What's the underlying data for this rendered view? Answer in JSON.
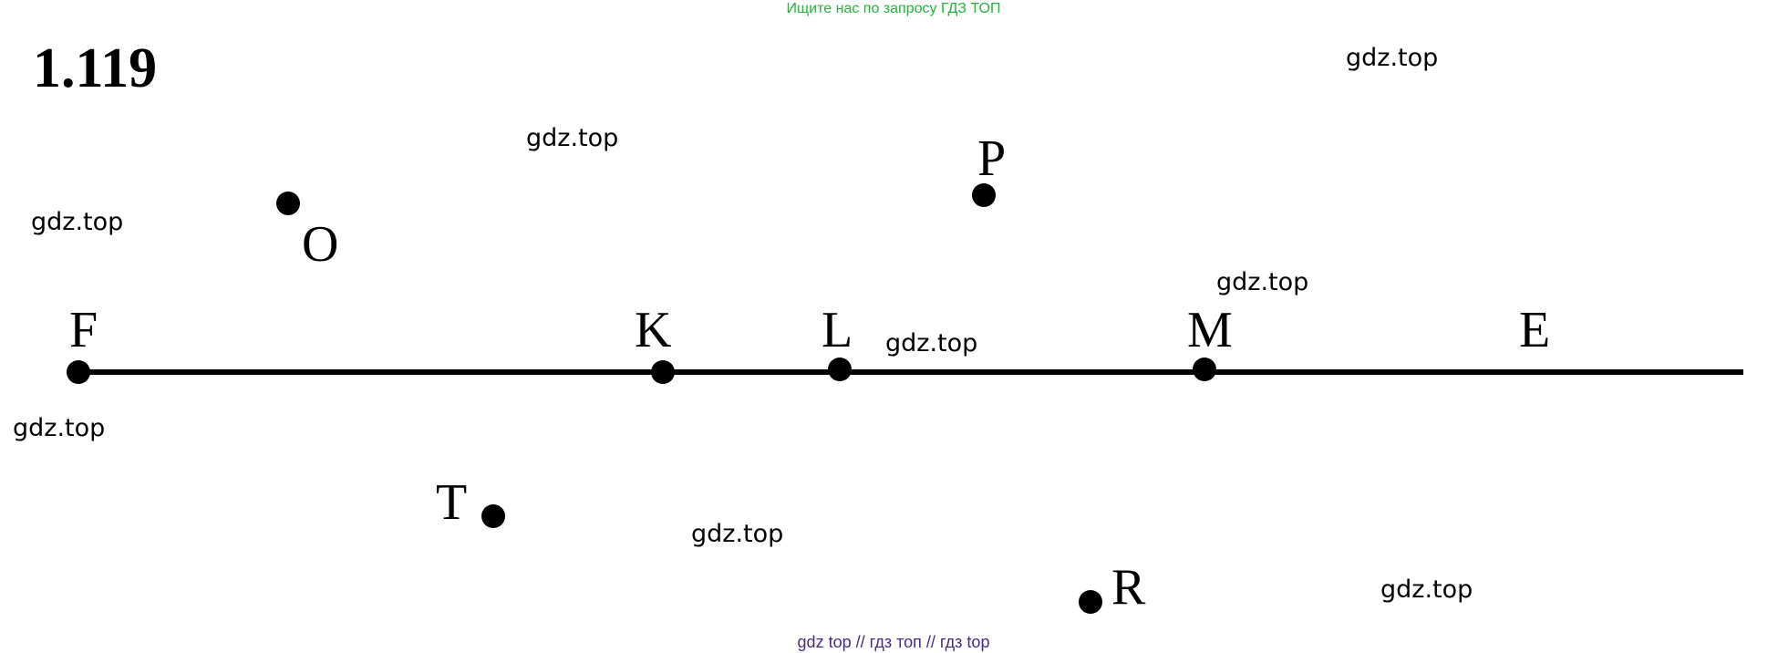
{
  "header": {
    "text": "Ищите нас по запросу ГДЗ ТОП"
  },
  "problem": {
    "number": "1.119"
  },
  "watermarks": [
    "gdz.top",
    "gdz.top",
    "gdz.top",
    "gdz.top",
    "gdz.top",
    "gdz.top",
    "gdz.top",
    "gdz.top"
  ],
  "diagram": {
    "line_points": [
      "F",
      "K",
      "L",
      "M",
      "E"
    ],
    "points": [
      "O",
      "P",
      "T",
      "R"
    ]
  },
  "footer": {
    "text": "gdz top  //  гдз топ  //  гдз top"
  }
}
